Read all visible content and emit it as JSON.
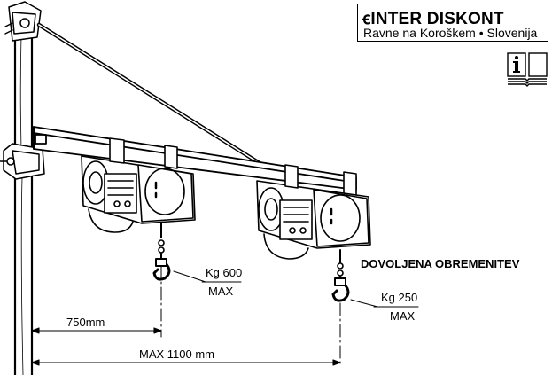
{
  "brand": {
    "name": "INTER DISKONT",
    "location": "Ravne na Koroškem • Slovenija"
  },
  "icons": {
    "brand_mark": "c-logo-mark",
    "info": "information-manual-icon"
  },
  "title": "DOVOLJENA OBREMENITEV",
  "loads": [
    {
      "weight": "Kg 600",
      "limit": "MAX"
    },
    {
      "weight": "Kg 250",
      "limit": "MAX"
    }
  ],
  "dimensions": {
    "short": "750mm",
    "long": "MAX  1100 mm"
  }
}
